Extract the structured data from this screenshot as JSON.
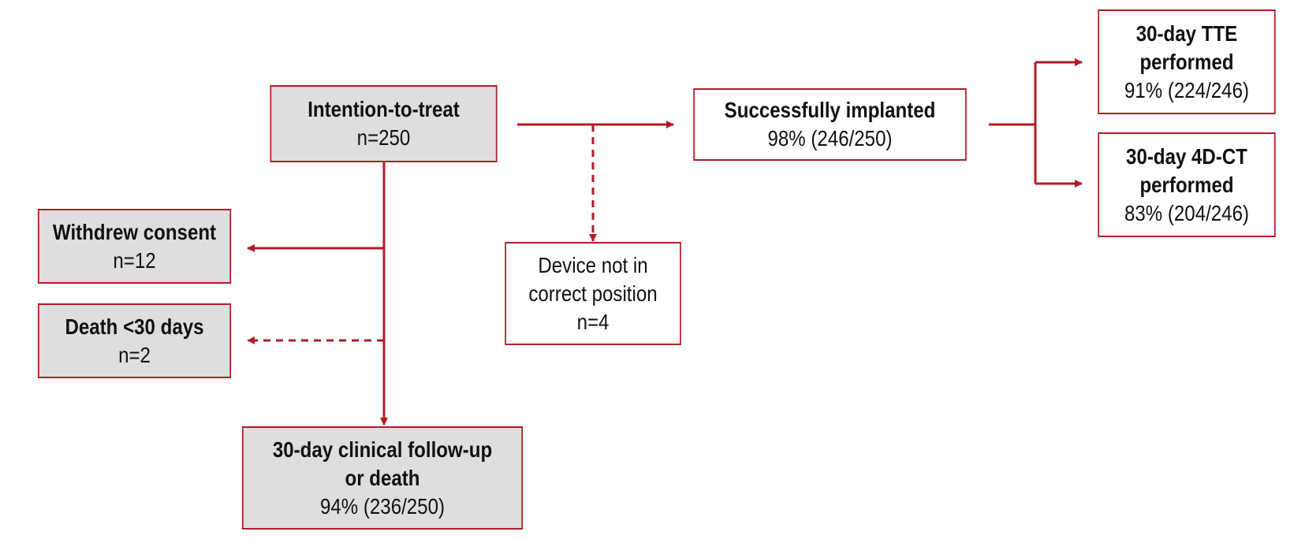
{
  "colors": {
    "line": "#b01c24",
    "box_border": "#b01c24",
    "grey_fill": "#dedede",
    "white_fill": "#ffffff"
  },
  "nodes": {
    "itt": {
      "title": "Intention-to-treat",
      "value": "n=250"
    },
    "implanted": {
      "title": "Successfully implanted",
      "value": "98% (246/250)"
    },
    "tte": {
      "title_line1": "30-day TTE",
      "title_line2": "performed",
      "value": "91% (224/246)"
    },
    "ct": {
      "title_line1": "30-day 4D-CT",
      "title_line2": "performed",
      "value": "83% (204/246)"
    },
    "withdrew": {
      "title": "Withdrew consent",
      "value": "n=12"
    },
    "death": {
      "title": "Death <30 days",
      "value": "n=2"
    },
    "device": {
      "line1": "Device not in",
      "line2": "correct position",
      "value": "n=4"
    },
    "followup": {
      "title_line1": "30-day clinical follow-up",
      "title_line2": "or death",
      "value": "94% (236/250)"
    }
  }
}
